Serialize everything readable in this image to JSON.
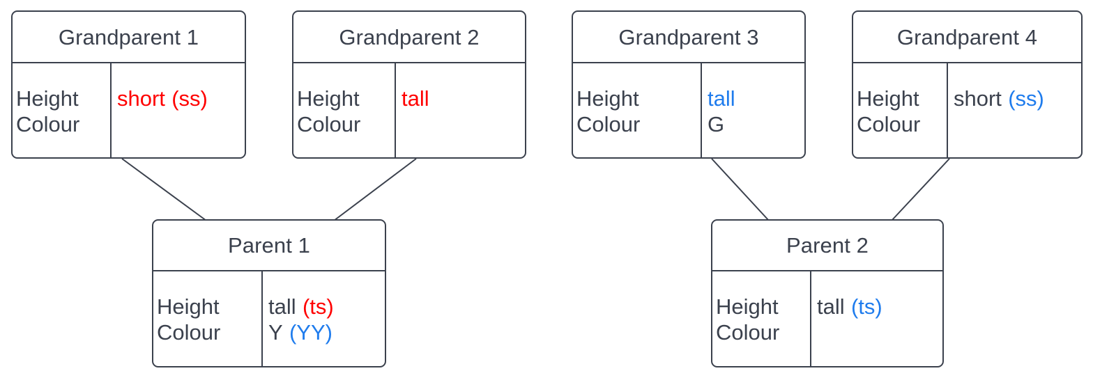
{
  "diagram": {
    "type": "pedigree-punnett-table",
    "title_text": "",
    "colors": {
      "stroke": "#3b414d",
      "text": "#3b414d",
      "accent_red": "#ff0000",
      "accent_blue": "#1f7ced",
      "background": "#ffffff"
    },
    "row_labels": {
      "height": "Height",
      "colour": "Colour"
    }
  },
  "nodes": [
    {
      "id": "grandparent-1",
      "title": "Grandparent 1",
      "height_label": "Height",
      "height_value_plain": "short",
      "height_value_allele": "(ss)",
      "height_plain_color": "red",
      "height_allele_color": "red",
      "colour_label": "Colour",
      "colour_value_plain": "",
      "colour_value_allele": "",
      "colour_plain_color": "plain",
      "colour_allele_color": "plain"
    },
    {
      "id": "grandparent-2",
      "title": "Grandparent 2",
      "height_label": "Height",
      "height_value_plain": "tall",
      "height_value_allele": "",
      "height_plain_color": "red",
      "height_allele_color": "red",
      "colour_label": "Colour",
      "colour_value_plain": "",
      "colour_value_allele": "",
      "colour_plain_color": "plain",
      "colour_allele_color": "plain"
    },
    {
      "id": "grandparent-3",
      "title": "Grandparent 3",
      "height_label": "Height",
      "height_value_plain": "tall",
      "height_value_allele": "",
      "height_plain_color": "blue",
      "height_allele_color": "blue",
      "colour_label": "Colour",
      "colour_value_plain": "G",
      "colour_value_allele": "",
      "colour_plain_color": "plain",
      "colour_allele_color": "plain"
    },
    {
      "id": "grandparent-4",
      "title": "Grandparent 4",
      "height_label": "Height",
      "height_value_plain": "short",
      "height_value_allele": "(ss)",
      "height_plain_color": "plain",
      "height_allele_color": "blue",
      "colour_label": "Colour",
      "colour_value_plain": "",
      "colour_value_allele": "",
      "colour_plain_color": "plain",
      "colour_allele_color": "plain"
    },
    {
      "id": "parent-1",
      "title": "Parent 1",
      "height_label": "Height",
      "height_value_plain": "tall",
      "height_value_allele": "(ts)",
      "height_plain_color": "plain",
      "height_allele_color": "red",
      "colour_label": "Colour",
      "colour_value_plain": "Y",
      "colour_value_allele": "(YY)",
      "colour_plain_color": "plain",
      "colour_allele_color": "blue"
    },
    {
      "id": "parent-2",
      "title": "Parent 2",
      "height_label": "Height",
      "height_value_plain": "tall",
      "height_value_allele": "(ts)",
      "height_plain_color": "plain",
      "height_allele_color": "blue",
      "colour_label": "Colour",
      "colour_value_plain": "",
      "colour_value_allele": "",
      "colour_plain_color": "plain",
      "colour_allele_color": "plain"
    }
  ],
  "connectors": [
    {
      "id": "gp1-to-p1",
      "from": "grandparent-1",
      "to": "parent-1"
    },
    {
      "id": "gp2-to-p1",
      "from": "grandparent-2",
      "to": "parent-1"
    },
    {
      "id": "gp3-to-p2",
      "from": "grandparent-3",
      "to": "parent-2"
    },
    {
      "id": "gp4-to-p2",
      "from": "grandparent-4",
      "to": "parent-2"
    }
  ]
}
